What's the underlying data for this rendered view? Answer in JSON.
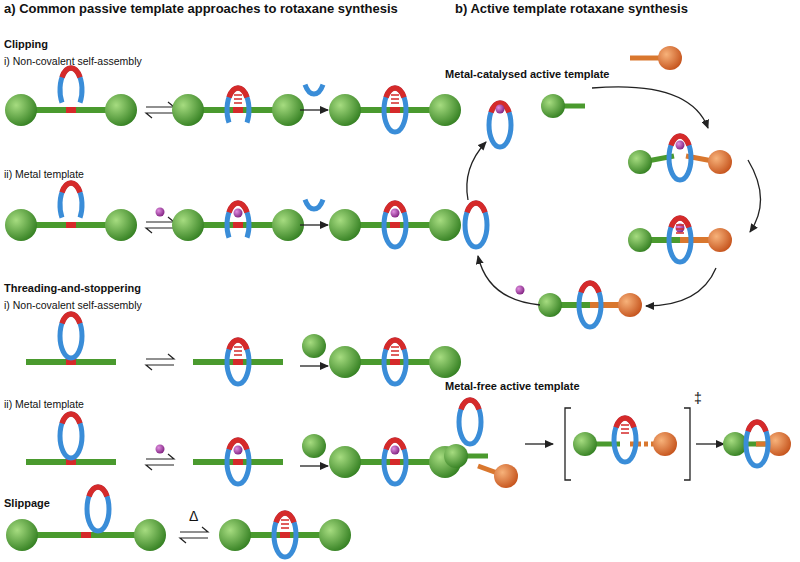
{
  "diagram": {
    "labels": [
      "a) Common passive template approaches to rotaxane synthesis",
      "b) Active template rotaxane synthesis",
      "Clipping",
      "i) Non-covalent self-assembly",
      "ii) Metal template",
      "Threading-and-stoppering",
      "i) Non-covalent self-assembly",
      "ii) Metal template",
      "Slippage",
      "Metal-catalysed active template",
      "Metal-free active template",
      "Δ",
      "‡"
    ]
  }
}
